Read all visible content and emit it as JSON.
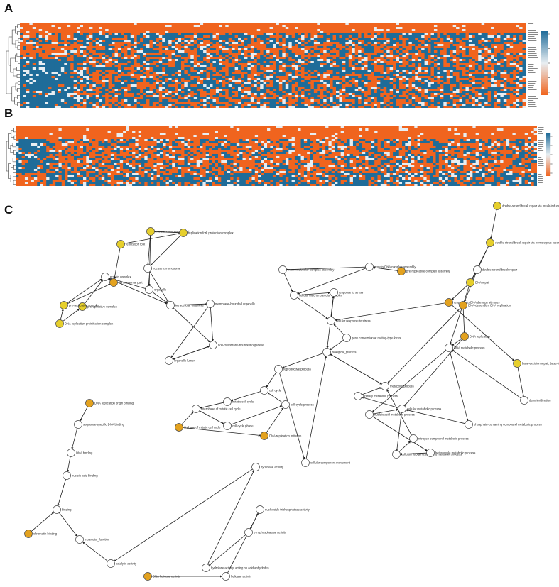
{
  "panels": {
    "a": {
      "letter": "A"
    },
    "b": {
      "letter": "B"
    },
    "c": {
      "letter": "C"
    }
  },
  "colors": {
    "orange": "#f0641e",
    "blue": "#1f6c99",
    "light": "#e8eef2",
    "node_yellow": "#e6cf2c",
    "node_orange": "#e3a21f",
    "node_white": "#ffffff",
    "edge": "#222222"
  },
  "network": {
    "nodes": [
      {
        "id": "n1",
        "label": "double-strand break repair via break-induced replication",
        "fill": "yellow"
      },
      {
        "id": "n2",
        "label": "double-strand break repair via homologous recombination",
        "fill": "yellow"
      },
      {
        "id": "n3",
        "label": "double-strand break repair",
        "fill": "white"
      },
      {
        "id": "n4",
        "label": "DNA repair",
        "fill": "yellow"
      },
      {
        "id": "n5",
        "label": "response to DNA damage stimulus",
        "fill": "orange"
      },
      {
        "id": "n6",
        "label": "DNA-dependent DNA replication",
        "fill": "orange"
      },
      {
        "id": "n7",
        "label": "DNA replication",
        "fill": "orange"
      },
      {
        "id": "n8",
        "label": "DNA metabolic process",
        "fill": "white"
      },
      {
        "id": "n9",
        "label": "base-excision repair, base-free sugar-phosphate removal",
        "fill": "yellow"
      },
      {
        "id": "n10",
        "label": "depyrimidination",
        "fill": "white"
      },
      {
        "id": "n11",
        "label": "protein-DNA complex assembly",
        "fill": "white"
      },
      {
        "id": "n12",
        "label": "pre-replicative complex assembly",
        "fill": "orange"
      },
      {
        "id": "n13",
        "label": "nuclear chromosome part",
        "fill": "yellow"
      },
      {
        "id": "n14",
        "label": "replication fork",
        "fill": "yellow"
      },
      {
        "id": "n15",
        "label": "replication fork protection complex",
        "fill": "yellow"
      },
      {
        "id": "n16",
        "label": "protein complex",
        "fill": "white"
      },
      {
        "id": "n17",
        "label": "nuclear chromosome",
        "fill": "white"
      },
      {
        "id": "n18",
        "label": "chromosomal part",
        "fill": "orange"
      },
      {
        "id": "n19",
        "label": "prereplicative complex",
        "fill": "yellow"
      },
      {
        "id": "n20",
        "label": "DNA replication preinitiation complex",
        "fill": "yellow"
      },
      {
        "id": "n21",
        "label": "pre-replicative complex",
        "fill": "yellow"
      },
      {
        "id": "n22",
        "label": "organelle",
        "fill": "white"
      },
      {
        "id": "n23",
        "label": "intracellular organelle",
        "fill": "white"
      },
      {
        "id": "n24",
        "label": "membrane-bounded organelle",
        "fill": "white"
      },
      {
        "id": "n25",
        "label": "non-membrane-bounded organelle",
        "fill": "white"
      },
      {
        "id": "n26",
        "label": "organelle lumen",
        "fill": "white"
      },
      {
        "id": "n27",
        "label": "macromolecular complex assembly",
        "fill": "white"
      },
      {
        "id": "n28",
        "label": "cellular macromolecular complex",
        "fill": "white"
      },
      {
        "id": "n29",
        "label": "response to stress",
        "fill": "white"
      },
      {
        "id": "n30",
        "label": "cellular response to stress",
        "fill": "white"
      },
      {
        "id": "n31",
        "label": "gene conversion at mating-type locus",
        "fill": "white"
      },
      {
        "id": "n32",
        "label": "biological_process",
        "fill": "white"
      },
      {
        "id": "n33",
        "label": "reproductive process",
        "fill": "white"
      },
      {
        "id": "n34",
        "label": "cell cycle",
        "fill": "white"
      },
      {
        "id": "n35",
        "label": "mitotic cell cycle",
        "fill": "white"
      },
      {
        "id": "n36",
        "label": "S phase of mitotic cell cycle",
        "fill": "orange"
      },
      {
        "id": "n37",
        "label": "interphase of mitotic cell cycle",
        "fill": "white"
      },
      {
        "id": "n38",
        "label": "cell cycle phase",
        "fill": "white"
      },
      {
        "id": "n39",
        "label": "cell cycle process",
        "fill": "white"
      },
      {
        "id": "n40",
        "label": "DNA replication initiation",
        "fill": "orange"
      },
      {
        "id": "n41",
        "label": "cellular component movement",
        "fill": "white"
      },
      {
        "id": "n42",
        "label": "metabolic process",
        "fill": "white"
      },
      {
        "id": "n43",
        "label": "primary metabolic process",
        "fill": "white"
      },
      {
        "id": "n44",
        "label": "cellular metabolic process",
        "fill": "white"
      },
      {
        "id": "n45",
        "label": "nucleic acid metabolic process",
        "fill": "white"
      },
      {
        "id": "n46",
        "label": "nitrogen compound metabolic process",
        "fill": "white"
      },
      {
        "id": "n47",
        "label": "cellular nitrogen compound metabolic process",
        "fill": "white"
      },
      {
        "id": "n48",
        "label": "heterocycle metabolic process",
        "fill": "white"
      },
      {
        "id": "n49",
        "label": "phosphate-containing compound metabolic process",
        "fill": "white"
      },
      {
        "id": "n50",
        "label": "DNA replication origin binding",
        "fill": "orange"
      },
      {
        "id": "n51",
        "label": "sequence-specific DNA binding",
        "fill": "white"
      },
      {
        "id": "n52",
        "label": "DNA binding",
        "fill": "white"
      },
      {
        "id": "n53",
        "label": "nucleic acid binding",
        "fill": "white"
      },
      {
        "id": "n54",
        "label": "binding",
        "fill": "white"
      },
      {
        "id": "n55",
        "label": "chromatin binding",
        "fill": "orange"
      },
      {
        "id": "n56",
        "label": "molecular_function",
        "fill": "white"
      },
      {
        "id": "n57",
        "label": "catalytic activity",
        "fill": "white"
      },
      {
        "id": "n58",
        "label": "hydrolase activity",
        "fill": "white"
      },
      {
        "id": "n59",
        "label": "hydrolase activity, acting on acid anhydrides",
        "fill": "white"
      },
      {
        "id": "n60",
        "label": "pyrophosphatase activity",
        "fill": "white"
      },
      {
        "id": "n61",
        "label": "nucleoside-triphosphatase activity",
        "fill": "white"
      },
      {
        "id": "n62",
        "label": "helicase activity",
        "fill": "white"
      },
      {
        "id": "n63",
        "label": "DNA helicase activity",
        "fill": "orange"
      }
    ]
  }
}
